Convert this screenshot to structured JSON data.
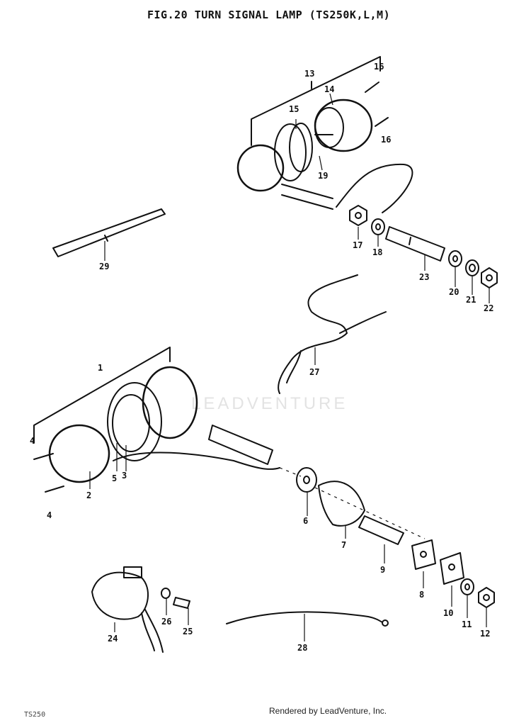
{
  "title": "FIG.20  TURN SIGNAL LAMP (TS250K,L,M)",
  "watermark": "LEADVENTURE",
  "footer": "Rendered by LeadVenture, Inc.",
  "page_code": "TS250",
  "part_labels": [
    "1",
    "2",
    "3",
    "4",
    "4",
    "5",
    "6",
    "7",
    "8",
    "9",
    "10",
    "11",
    "12",
    "13",
    "14",
    "15",
    "16",
    "16",
    "17",
    "18",
    "19",
    "20",
    "21",
    "22",
    "23",
    "24",
    "25",
    "26",
    "27",
    "28",
    "29"
  ]
}
